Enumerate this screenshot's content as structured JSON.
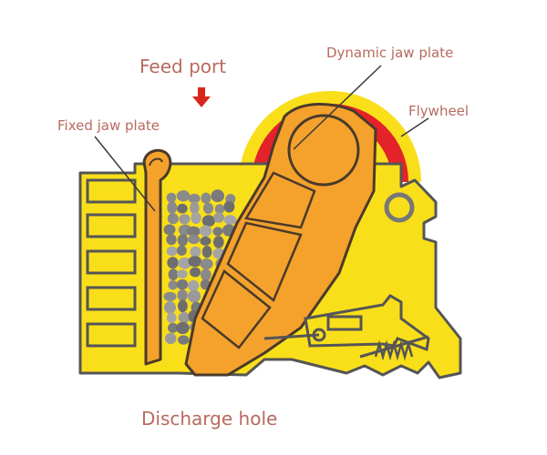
{
  "labels": {
    "feed_port": "Feed port",
    "fixed_jaw_plate": "Fixed jaw plate",
    "dynamic_jaw_plate": "Dynamic jaw plate",
    "flywheel": "Flywheel",
    "discharge_hole": "Discharge hole"
  },
  "colors": {
    "label_text": "#b86a5e",
    "leader_line": "#3a3a3a",
    "frame_yellow": "#f9df1a",
    "frame_outline": "#555555",
    "jaw_orange": "#f4a22c",
    "jaw_outline": "#4a3a2a",
    "flywheel_red": "#e4222a",
    "arrow_red": "#d9261c",
    "stone_gray": "#888888"
  }
}
